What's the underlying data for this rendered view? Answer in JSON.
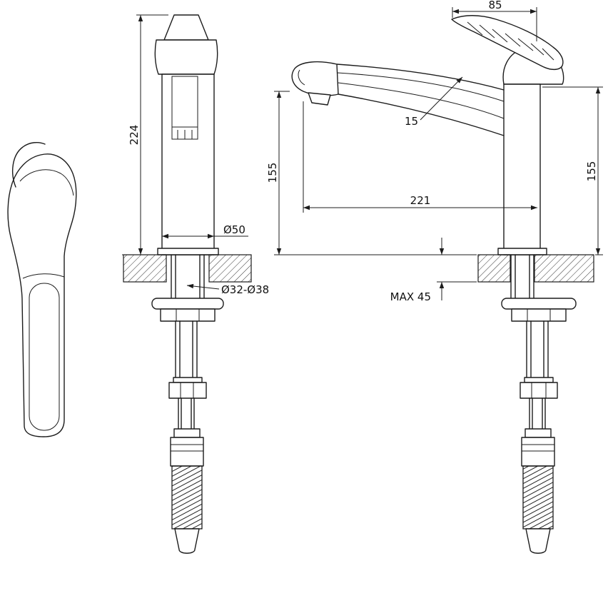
{
  "drawing": {
    "labels": {
      "dim_85": "85",
      "dim_224": "224",
      "dim_15": "15",
      "dim_155_left": "155",
      "dim_221": "221",
      "dim_155_right": "155",
      "dim_d50": "Ø50",
      "dim_d32_38": "Ø32-Ø38",
      "dim_max45": "MAX 45"
    },
    "colors": {
      "line": "#1c1c1c",
      "background": "#ffffff"
    }
  }
}
